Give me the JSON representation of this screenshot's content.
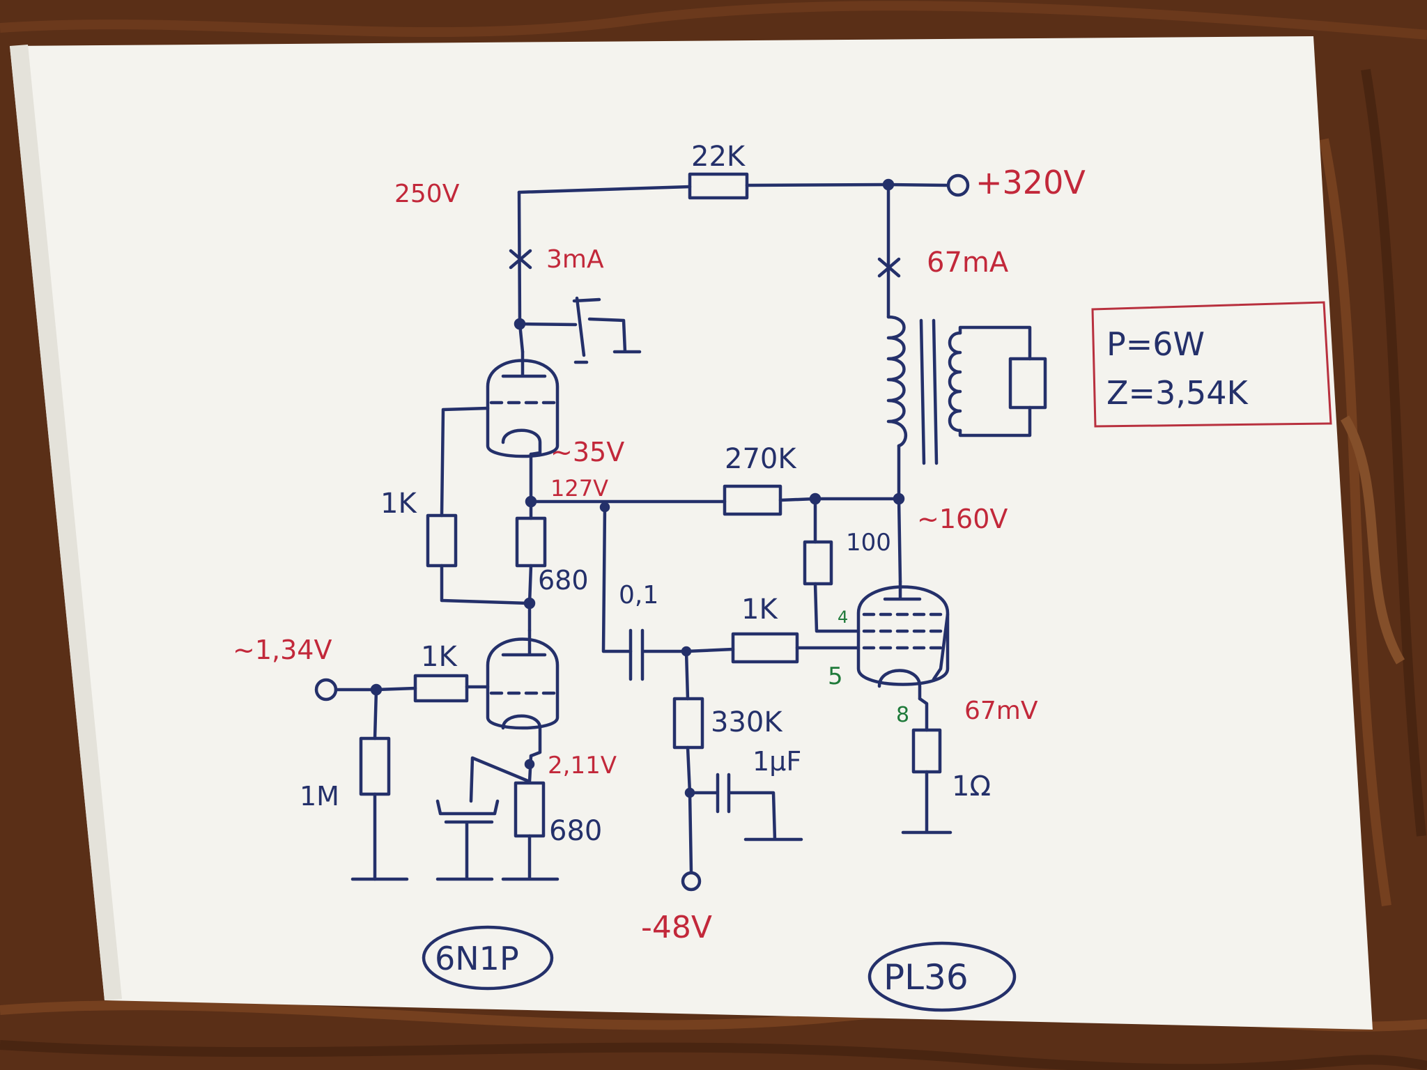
{
  "colors": {
    "wood_dark": "#4a2512",
    "wood_mid": "#7a4220",
    "wood_light": "#a86a3a",
    "paper": "#f4f3ee",
    "ink_blue": "#24306a",
    "ink_red": "#c2283a",
    "ink_green": "#1f7a3a",
    "box_red": "#b8303e"
  },
  "labels": {
    "r_22k": "22K",
    "supply": "+320V",
    "v_250": "250V",
    "i_3ma": "3mA",
    "i_67ma": "67mA",
    "power": "P=6W",
    "impedance": "Z=3,54K",
    "v_ac_35": "~35V",
    "v_127": "127V",
    "r_270k": "270K",
    "v_ac_160": "~160V",
    "r_1k_left": "1K",
    "r_680_top": "680",
    "r_100": "100",
    "c_01": "0,1",
    "r_1k_mid": "1K",
    "pin_4": "4",
    "pin_5": "5",
    "pin_8": "8",
    "v_ac_in": "~1,34V",
    "r_1k_in": "1K",
    "r_330k": "330K",
    "c_1uf": "1µF",
    "v_67mv": "67mV",
    "r_1m": "1M",
    "v_211": "2,11V",
    "r_680_bot": "680",
    "r_1ohm": "1Ω",
    "neg_supply": "-48V",
    "tube_6n1p": "6N1P",
    "tube_pl36": "PL36"
  }
}
